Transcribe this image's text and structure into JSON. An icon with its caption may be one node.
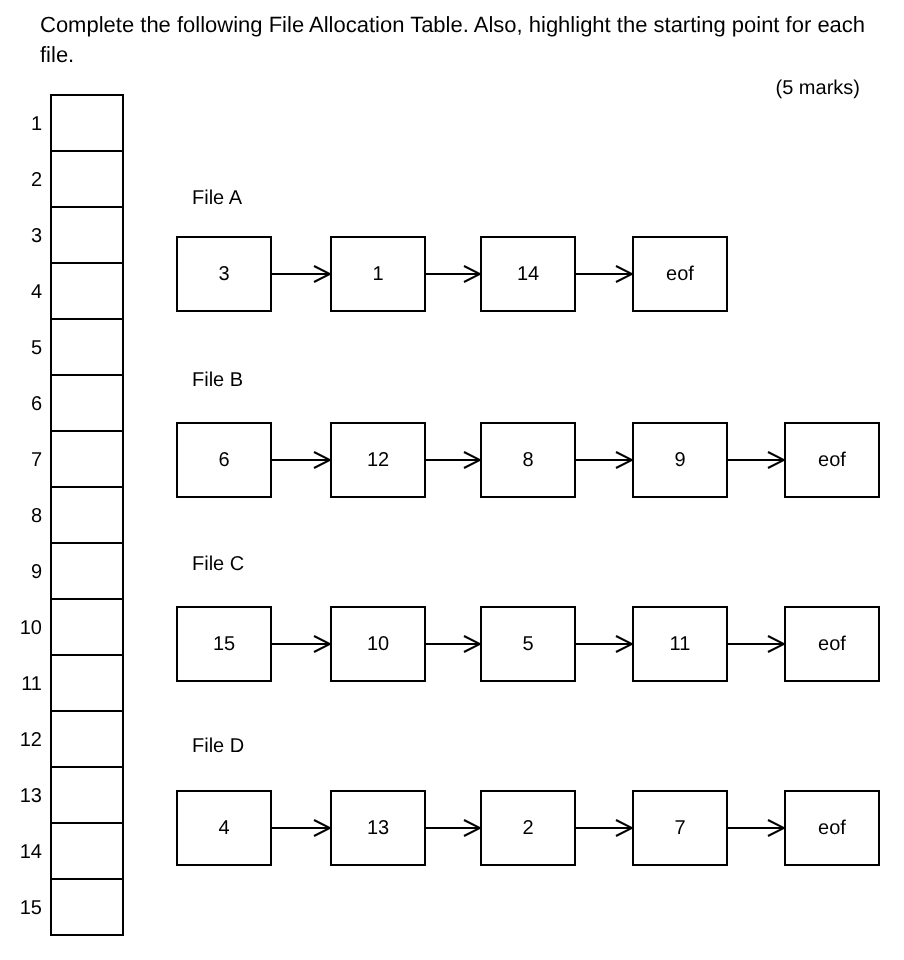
{
  "diagram": {
    "title": "Complete the following File Allocation Table.  Also, highlight the starting point for each file.",
    "nodes": [
      {
        "text": [],
        "shape": "box",
        "beside": [
          "1"
        ]
      },
      {
        "text": [],
        "shape": "box",
        "beside": [
          "2"
        ]
      },
      {
        "text": [],
        "shape": "box",
        "beside": [
          "3"
        ]
      },
      {
        "text": [],
        "shape": "box",
        "beside": [
          "4"
        ]
      },
      {
        "text": [],
        "shape": "box",
        "beside": [
          "5"
        ]
      },
      {
        "text": [],
        "shape": "box",
        "beside": [
          "6"
        ]
      },
      {
        "text": [],
        "shape": "box",
        "beside": [
          "7"
        ]
      },
      {
        "text": [],
        "shape": "box",
        "beside": [
          "8"
        ]
      },
      {
        "text": [],
        "shape": "box",
        "beside": [
          "9"
        ]
      },
      {
        "text": [],
        "shape": "box",
        "beside": [
          "10"
        ]
      },
      {
        "text": [],
        "shape": "box",
        "beside": [
          "11"
        ]
      },
      {
        "text": [],
        "shape": "box",
        "beside": [
          "12"
        ]
      },
      {
        "text": [],
        "shape": "box",
        "beside": [
          "13"
        ]
      },
      {
        "text": [],
        "shape": "box",
        "beside": [
          "14"
        ]
      },
      {
        "text": [],
        "shape": "box",
        "beside": [
          "15"
        ]
      },
      {
        "text": [
          "3"
        ]
      },
      {
        "text": [
          "1"
        ]
      },
      {
        "text": [
          "14"
        ]
      },
      {
        "text": [
          "eof"
        ]
      },
      {
        "text": [
          "6"
        ]
      },
      {
        "text": [
          "12"
        ]
      },
      {
        "text": [
          "8"
        ]
      },
      {
        "text": [
          "9"
        ]
      },
      {
        "text": [
          "eof"
        ]
      },
      {
        "text": [
          "15"
        ]
      },
      {
        "text": [
          "10"
        ]
      },
      {
        "text": [
          "5"
        ]
      },
      {
        "text": [
          "11"
        ]
      },
      {
        "text": [
          "eof"
        ]
      },
      {
        "text": [
          "4"
        ]
      },
      {
        "text": [
          "13"
        ]
      },
      {
        "text": [
          "2"
        ]
      },
      {
        "text": [
          "7"
        ]
      },
      {
        "text": [
          "eof"
        ]
      }
    ],
    "edges": [
      {
        "from": 15,
        "to": 16,
        "arrow": "to"
      },
      {
        "from": 16,
        "to": 17,
        "arrow": "to"
      },
      {
        "from": 17,
        "to": 18,
        "arrow": "to"
      },
      {
        "from": 19,
        "to": 20,
        "arrow": "to"
      },
      {
        "from": 20,
        "to": 21,
        "arrow": "to"
      },
      {
        "from": 21,
        "to": 22,
        "arrow": "to"
      },
      {
        "from": 22,
        "to": 23,
        "arrow": "to"
      },
      {
        "from": 24,
        "to": 25,
        "arrow": "to"
      },
      {
        "from": 25,
        "to": 26,
        "arrow": "to"
      },
      {
        "from": 26,
        "to": 27,
        "arrow": "to"
      },
      {
        "from": 27,
        "to": 28,
        "arrow": "to"
      },
      {
        "from": 29,
        "to": 30,
        "arrow": "to"
      },
      {
        "from": 30,
        "to": 31,
        "arrow": "to"
      },
      {
        "from": 31,
        "to": 32,
        "arrow": "to"
      },
      {
        "from": 32,
        "to": 33,
        "arrow": "to"
      }
    ],
    "labels": [
      "(5 marks)",
      "File A",
      "File B",
      "File C",
      "File D"
    ]
  }
}
